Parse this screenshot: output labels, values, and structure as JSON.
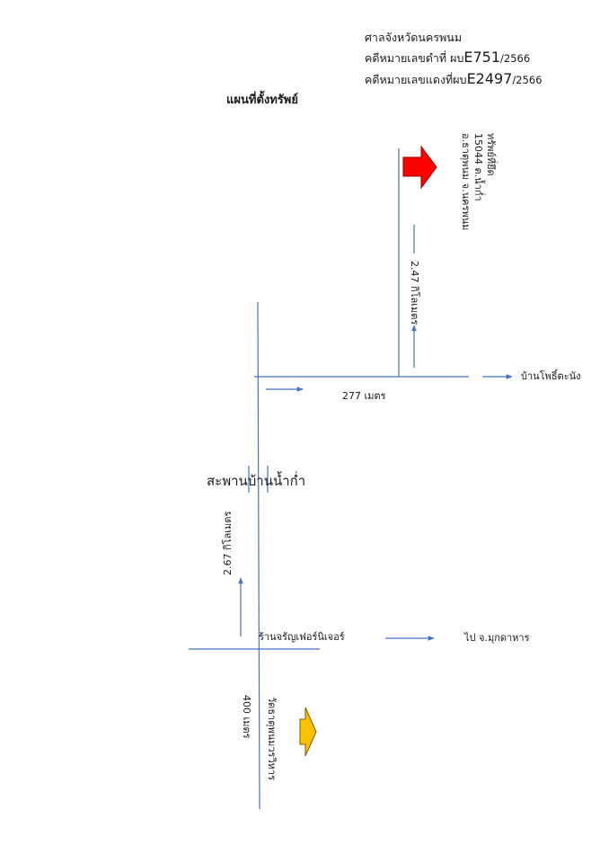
{
  "header": {
    "court_name": "ศาลจังหวัดนครพนม",
    "black_case_prefix": "คดีหมายเลขดำที่ ผบ",
    "black_case_no": "E751",
    "black_case_year": "/2566",
    "red_case_prefix": "คดีหมายเลขแดงที่ผบ",
    "red_case_no": "E2497",
    "red_case_year": "/2566"
  },
  "map": {
    "title": "แผนที่ตั้งทรัพย์",
    "property": {
      "label": "ทรัพย์ที่ยึด",
      "address_1": "15044 ต.น้ำก่ำ",
      "address_2": "อ.ธาตุพนม จ.นครพนม",
      "marker_color": "#ff0000"
    },
    "places": {
      "ban_pho": "บ้านโพธิ์ตะนัง",
      "bridge": "สะพานบ้านน้ำก่ำ",
      "shop": "ร้านจรัญเฟอร์นิเจอร์",
      "mukdahan": "ไป จ.มุกดาหาร",
      "temple": "วัดธาตุพนมวรวิหาร"
    },
    "distances": {
      "to_property": "2.47 กิโลเมตร",
      "junction_east": "277 เมตร",
      "bridge_section": "2.67 กิโลเมตร",
      "to_temple": "400 เมตร"
    },
    "temple_marker_color": "#ffc000",
    "road_color": "#4472c4",
    "arrow_color": "#4472c4"
  }
}
